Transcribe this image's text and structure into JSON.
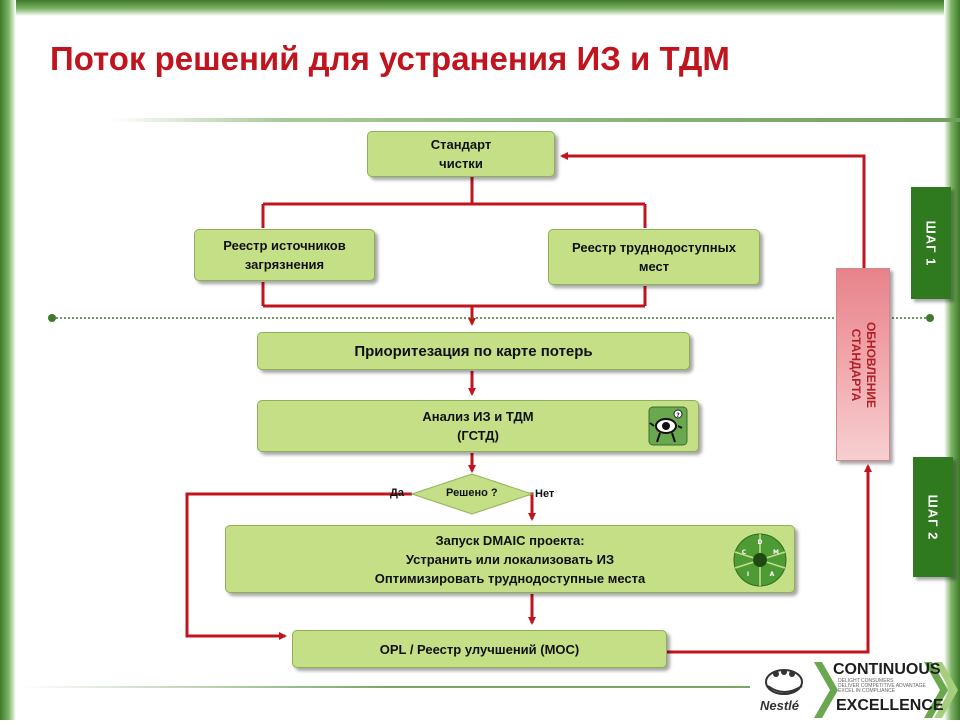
{
  "title": "Поток решений для устранения ИЗ и ТДМ",
  "nodes": {
    "standard": "Стандарт\nчистки",
    "sources_registry": "Реестр источников\nзагрязнения",
    "hard_places_registry": "Реестр труднодоступных\nмест",
    "prioritization": "Приоритезация по карте потерь",
    "analysis": "Анализ ИЗ и ТДМ\n(ГСТД)",
    "decision": "Решено ?",
    "dmaic": "Запуск DMAIC проекта:\nУстранить или локализовать ИЗ\nОптимизировать труднодоступные места",
    "opl": "OPL / Реестр улучшений (МОС)",
    "update_standard": "ОБНОВЛЕНИЕ\nСТАНДАРТА"
  },
  "branch_labels": {
    "yes": "Да",
    "no": "Нет"
  },
  "steps": {
    "step1": "ШАГ 1",
    "step2": "ШАГ 2"
  },
  "logo": {
    "brand": "Nestlé",
    "program_top": "CONTINUOUS",
    "program_bottom": "EXCELLENCE",
    "tagline": "DELIGHT CONSUMERS\nDELIVER COMPETITIVE ADVANTAGE\nEXCEL IN COMPLIANCE"
  },
  "colors": {
    "title": "#c0141e",
    "arrow": "#c0141e",
    "box_fill": "#c5df87",
    "step_fill": "#2f7a1e",
    "update_fill": "#f0a4a9"
  },
  "icons": {
    "analysis_icon": "eye-character-icon",
    "dmaic_icon": "dmaic-wheel-icon"
  }
}
